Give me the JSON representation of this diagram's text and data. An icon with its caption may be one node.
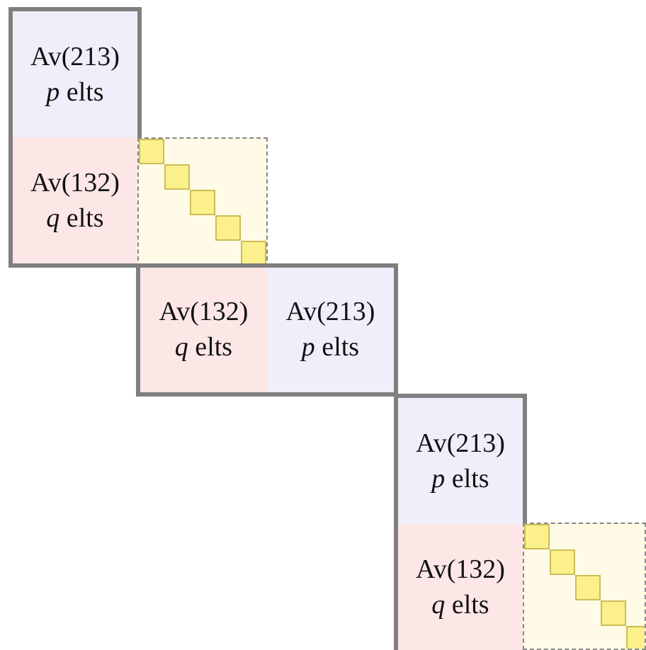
{
  "diagram": {
    "nodes": [
      {
        "text": [],
        "shape": "box"
      },
      {
        "text": [
          "Av(213)",
          "*p* elts"
        ],
        "in": 0
      },
      {
        "text": [
          "Av(132)",
          "*q* elts"
        ],
        "in": 0
      },
      {
        "text": [],
        "shape": "box"
      },
      {
        "text": [],
        "shape": "box"
      },
      {
        "text": [
          "Av(132)",
          "*q* elts"
        ],
        "in": 4
      },
      {
        "text": [
          "Av(213)",
          "*p* elts"
        ],
        "in": 4
      },
      {
        "text": [],
        "shape": "box"
      },
      {
        "text": [
          "Av(213)",
          "*p* elts"
        ],
        "in": 7
      },
      {
        "text": [
          "Av(132)",
          "*q* elts"
        ],
        "in": 7
      },
      {
        "text": [],
        "shape": "box"
      }
    ]
  }
}
